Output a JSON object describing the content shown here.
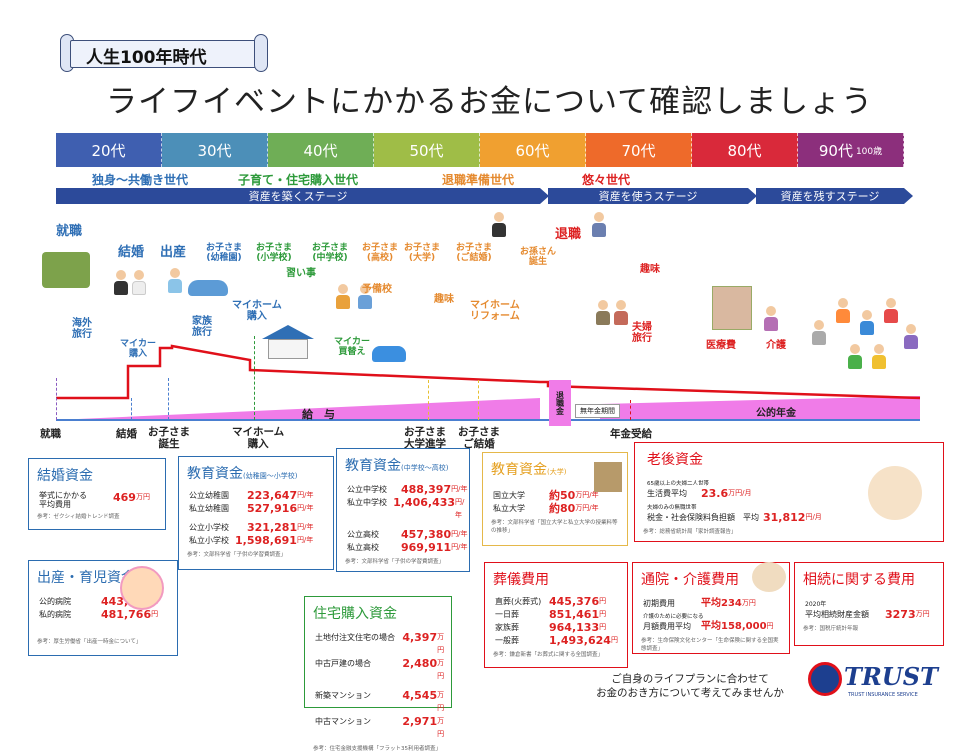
{
  "badge": "人生100年時代",
  "title": "ライフイベントにかかるお金について確認しましょう",
  "ages": [
    {
      "label": "20代",
      "color": "#3f5fb0"
    },
    {
      "label": "30代",
      "color": "#4c8fb8"
    },
    {
      "label": "40代",
      "color": "#6fae56"
    },
    {
      "label": "50代",
      "color": "#9fbd47"
    },
    {
      "label": "60代",
      "color": "#f0a030"
    },
    {
      "label": "70代",
      "color": "#ee6a2a"
    },
    {
      "label": "80代",
      "color": "#d9293a"
    },
    {
      "label": "90代",
      "color": "#8c2f7c"
    }
  ],
  "age_last_suffix": "100歳",
  "generations": {
    "g1": "独身～共働き世代",
    "g2": "子育て・住宅購入世代",
    "g3": "退職準備世代",
    "g4": "悠々世代"
  },
  "stages": {
    "s1": "資産を築くステージ",
    "s2": "資産を使うステージ",
    "s3": "資産を残すステージ"
  },
  "events": {
    "shushoku": "就職",
    "kekkon": "結婚",
    "shussan": "出産",
    "kaigai": "海外\n旅行",
    "mycar": "マイカー\n購入",
    "kazoku": "家族\n旅行",
    "c1": "お子さま\n(幼稚園)",
    "c2": "お子さま\n(小学校)",
    "c3": "お子さま\n(中学校)",
    "c4": "お子さま\n(高校)",
    "c5": "お子さま\n(大学)",
    "c6": "お子さま\n(ご結婚)",
    "myhome": "マイホーム\n購入",
    "naraigoto": "習い事",
    "yobiko": "予備校",
    "mycar2": "マイカー\n買替え",
    "shumi": "趣味",
    "reform": "マイホーム\nリフォーム",
    "mago": "お孫さん\n誕生",
    "taishoku": "退職",
    "shumi2": "趣味",
    "fufu": "夫婦\n旅行",
    "iryo": "医療費",
    "kaigo": "介護"
  },
  "income": {
    "kyuyo": "給　与",
    "taishokukin": "退職金",
    "munenkin": "無年金期間",
    "kotekinenkin": "公的年金"
  },
  "milestones": [
    "就職",
    "結婚",
    "お子さま\n誕生",
    "マイホーム\n購入",
    "お子さま\n大学進学",
    "お子さま\nご結婚",
    "年金受給"
  ],
  "boxes": {
    "kekkon": {
      "title": "結婚資金",
      "rows": [
        {
          "k": "挙式にかかる\n平均費用",
          "v": "469",
          "u": "万円"
        }
      ],
      "src": "参考：ゼクシィ結婚トレンド調査"
    },
    "shussan": {
      "title": "出産・育児資金",
      "rows": [
        {
          "k": "公的病院",
          "v": "443,776",
          "u": "円"
        },
        {
          "k": "私的病院",
          "v": "481,766",
          "u": "円"
        }
      ],
      "src": "参考：厚生労働省「出産一時金について」"
    },
    "kyoiku1": {
      "title": "教育資金",
      "sub": "(幼稚園～小学校)",
      "rows": [
        {
          "k": "公立幼稚園",
          "v": "223,647",
          "u": "円/年"
        },
        {
          "k": "私立幼稚園",
          "v": "527,916",
          "u": "円/年"
        },
        {
          "k": "公立小学校",
          "v": "321,281",
          "u": "円/年"
        },
        {
          "k": "私立小学校",
          "v": "1,598,691",
          "u": "円/年"
        }
      ],
      "src": "参考：文部科学省「子供の学習費調査」"
    },
    "kyoiku2": {
      "title": "教育資金",
      "sub": "(中学校～高校)",
      "rows": [
        {
          "k": "公立中学校",
          "v": "488,397",
          "u": "円/年"
        },
        {
          "k": "私立中学校",
          "v": "1,406,433",
          "u": "円/年"
        },
        {
          "k": "公立高校",
          "v": "457,380",
          "u": "円/年"
        },
        {
          "k": "私立高校",
          "v": "969,911",
          "u": "円/年"
        }
      ],
      "src": "参考：文部科学省「子供の学習費調査」"
    },
    "kyoiku3": {
      "title": "教育資金",
      "sub": "(大学)",
      "rows": [
        {
          "k": "国立大学",
          "v": "約50",
          "u": "万円/年"
        },
        {
          "k": "私立大学",
          "v": "約80",
          "u": "万円/年"
        }
      ],
      "src": "参考：文部科学省「国立大学と私立大学の授業料等の推移」"
    },
    "jutaku": {
      "title": "住宅購入資金",
      "rows": [
        {
          "k": "土地付注文住宅の場合",
          "v": "4,397",
          "u": "万円"
        },
        {
          "k": "中古戸建の場合",
          "v": "2,480",
          "u": "万円"
        },
        {
          "k": "新築マンション",
          "v": "4,545",
          "u": "万円"
        },
        {
          "k": "中古マンション",
          "v": "2,971",
          "u": "万円"
        }
      ],
      "src": "参考：住宅金融支援機構「フラット35利用者調査」"
    },
    "rogo": {
      "title": "老後資金",
      "rows": [
        {
          "k": "生活費平均",
          "v": "23.6",
          "u": "万円/月"
        },
        {
          "k": "税金・社会保険料負担額　平均",
          "v": "31,812",
          "u": "円/月"
        }
      ],
      "notes": [
        "65歳以上の夫婦二人世帯",
        "夫婦のみの無職世帯"
      ],
      "src": "参考：総務省統計局「家計調査報告」"
    },
    "sougi": {
      "title": "葬儀費用",
      "rows": [
        {
          "k": "直葬(火葬式)",
          "v": "445,376",
          "u": "円"
        },
        {
          "k": "一日葬",
          "v": "851,461",
          "u": "円"
        },
        {
          "k": "家族葬",
          "v": "964,133",
          "u": "円"
        },
        {
          "k": "一般葬",
          "v": "1,493,624",
          "u": "円"
        }
      ],
      "src": "参考：鎌倉新書「お葬式に関する全国調査」"
    },
    "kaigo": {
      "title": "通院・介護費用",
      "rows": [
        {
          "k": "初期費用",
          "v": "平均234",
          "u": "万円"
        },
        {
          "k": "月額費用平均",
          "v": "平均158,000",
          "u": "円"
        }
      ],
      "notes": [
        "介護のために必要になる"
      ],
      "src": "参考：生命保険文化センター「生命保険に関する全国実態調査」"
    },
    "souzoku": {
      "title": "相続に関する費用",
      "rows": [
        {
          "k": "平均相続財産金額",
          "v": "3273",
          "u": "万円"
        }
      ],
      "notes": [
        "2020年"
      ],
      "src": "参考：国税庁統計年報"
    }
  },
  "footer": "ご自身のライフプランに合わせて\nお金のおき方について考えてみませんか",
  "logo": {
    "main": "TRUST",
    "sub": "TRUST INSURANCE SERVICE"
  },
  "colors": {
    "accent": "#2b6cb0",
    "pink": "#f07ce8",
    "red": "#e0101a",
    "orange": "#e58a2f",
    "green": "#2d9a3a"
  }
}
